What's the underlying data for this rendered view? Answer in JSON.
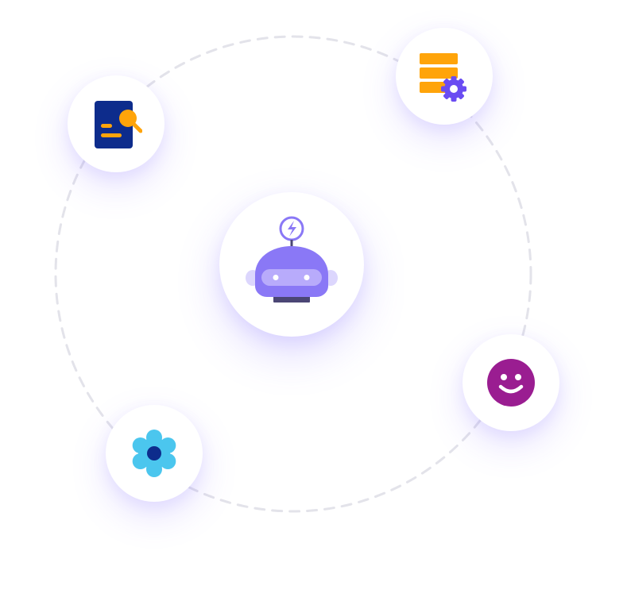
{
  "scene": {
    "orbit_style": "dashed",
    "icons": [
      {
        "key": "doc_search",
        "icon": "document-search-icon"
      },
      {
        "key": "server_settings",
        "icon": "server-settings-icon"
      },
      {
        "key": "robot",
        "icon": "robot-bot-icon"
      },
      {
        "key": "smiley",
        "icon": "smiley-face-icon"
      },
      {
        "key": "gear",
        "icon": "gear-icon"
      }
    ]
  },
  "colors": {
    "orbit": "#e3e3ea",
    "doc_navy": "#0d2c8c",
    "accent_orange": "#ffa40a",
    "gear_purple": "#6a4cf2",
    "robot_purple": "#8a78f6",
    "robot_visor": "#b8abfb",
    "robot_neck": "#4b4675",
    "smiley_magenta": "#9a1d91",
    "gear_cyan": "#4bc6ee",
    "gear_core": "#0d2c8c"
  }
}
